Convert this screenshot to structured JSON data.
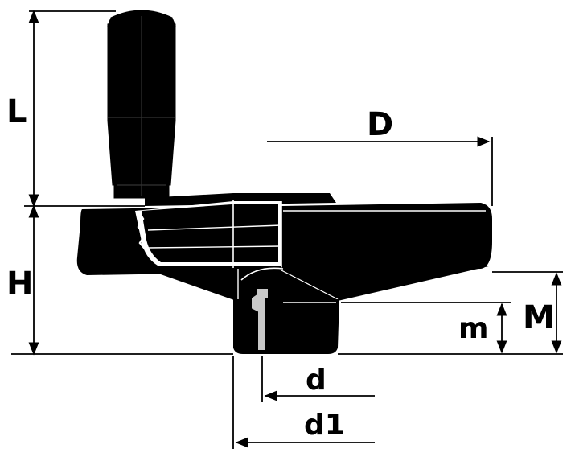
{
  "diagram": {
    "labels": {
      "L": "L",
      "D": "D",
      "H": "H",
      "M": "M",
      "m": "m",
      "d": "d",
      "d1": "d1"
    },
    "colors": {
      "stroke": "#000000",
      "fill": "#000000",
      "insert": "#c8c8c8",
      "background": "#ffffff"
    }
  }
}
